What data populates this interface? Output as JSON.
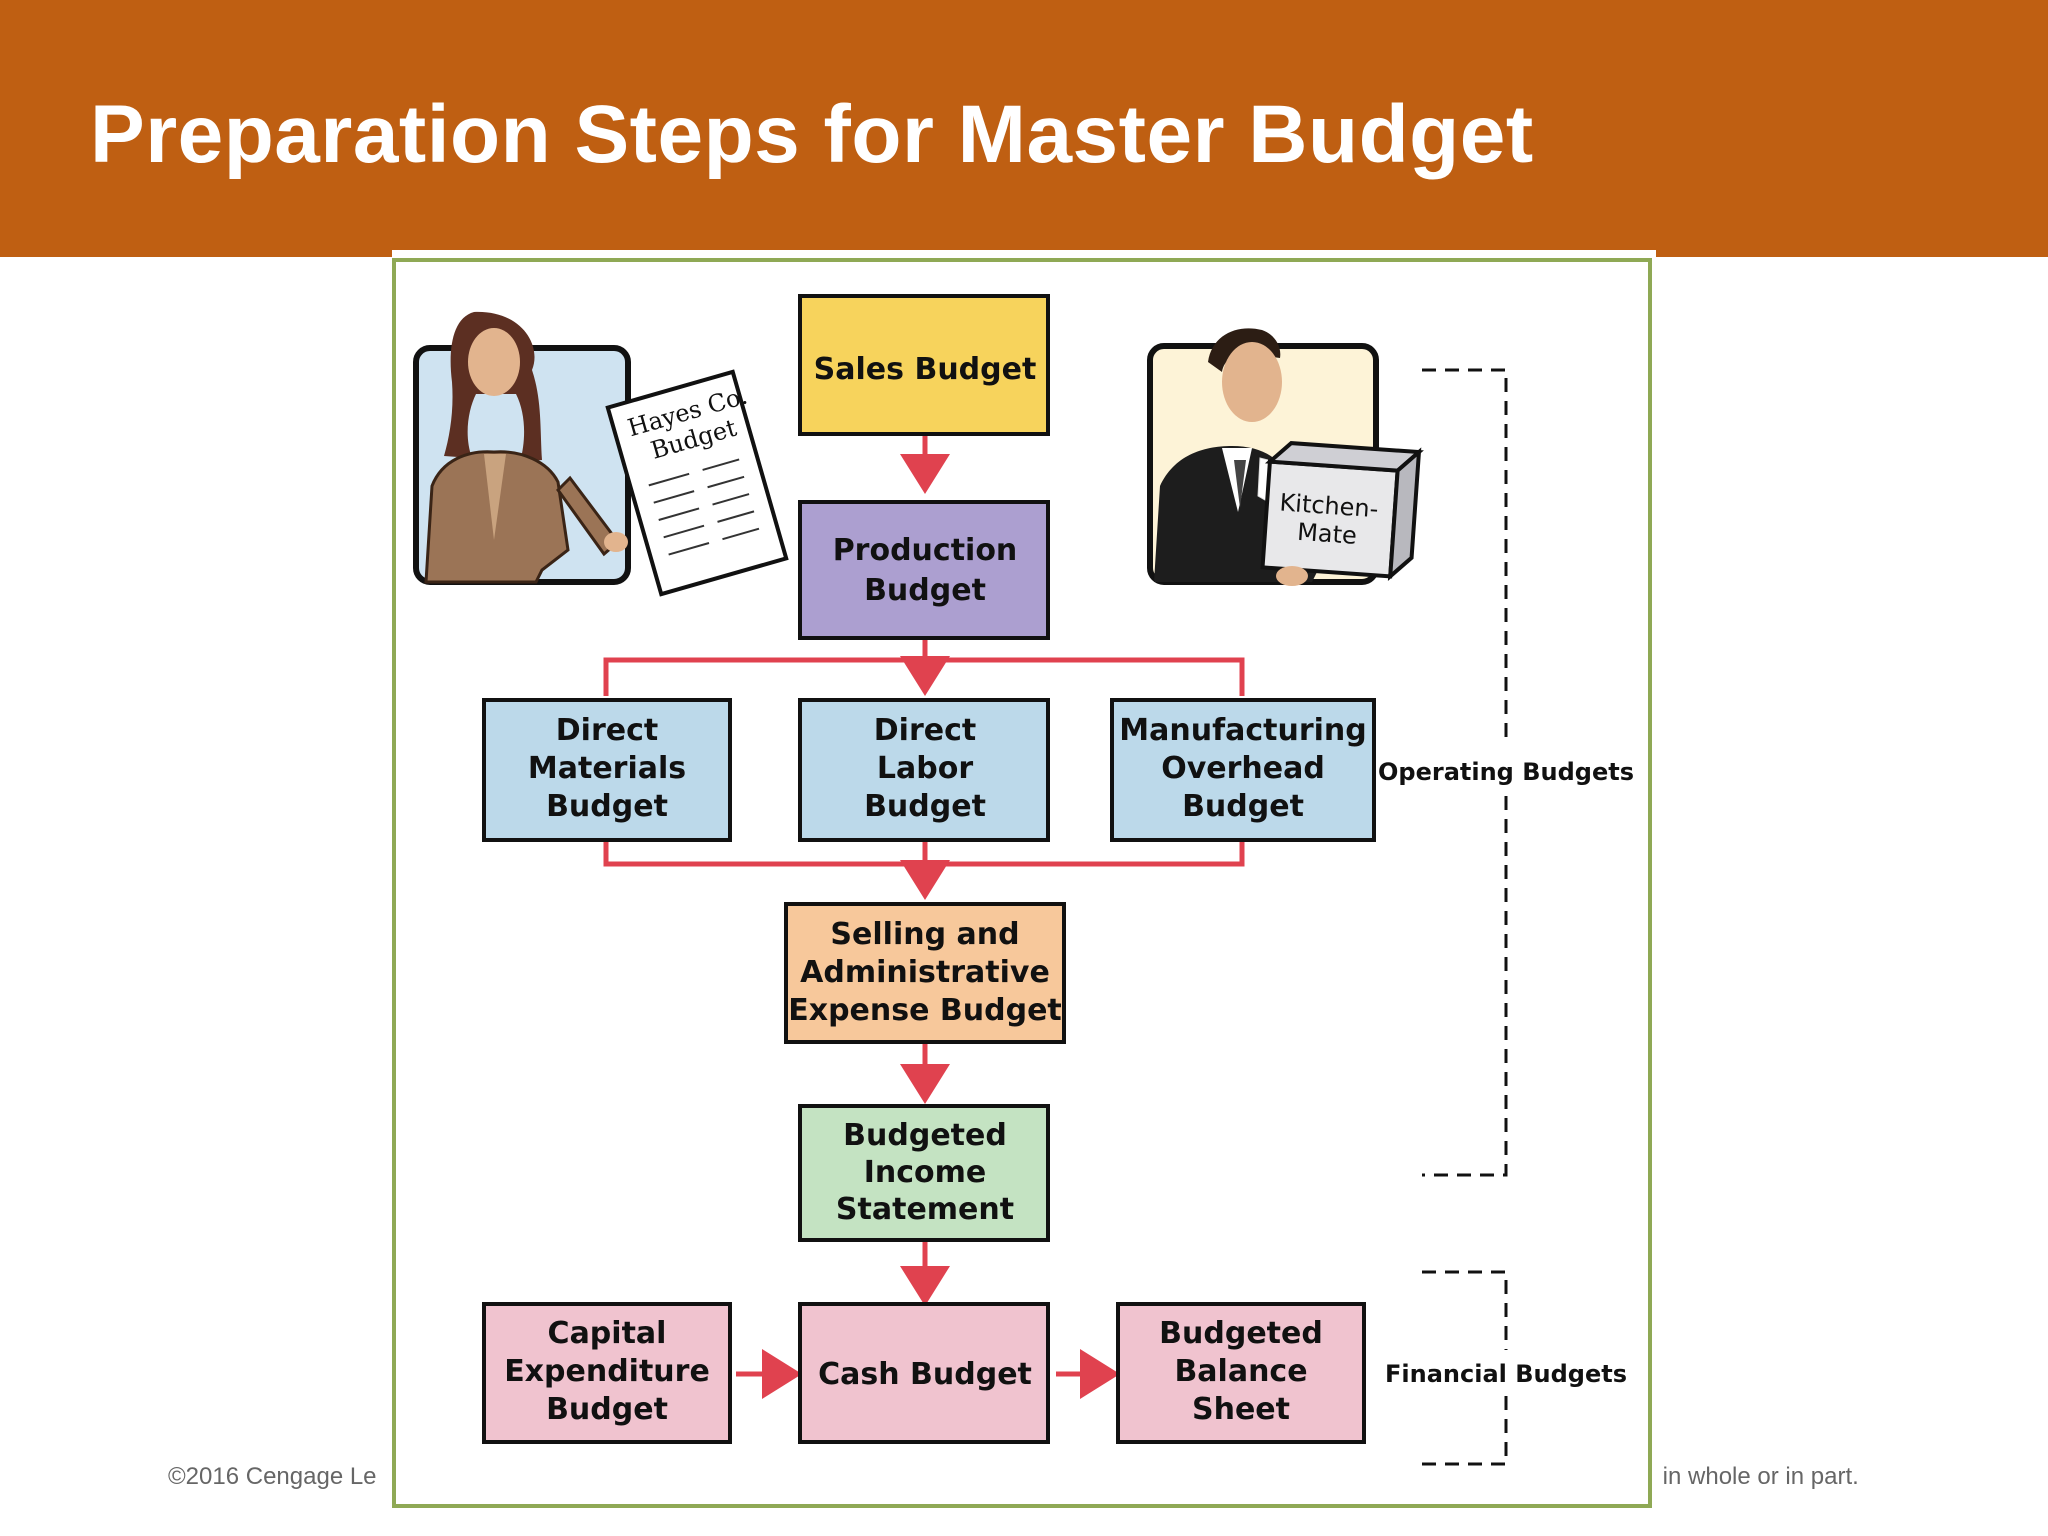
{
  "slide": {
    "title": "Preparation Steps for Master Budget",
    "footer_left": "©2016 Cengage Le",
    "footer_right": "e, in whole or in part."
  },
  "colors": {
    "header": "#bf5f12",
    "frame_border": "#8fa955",
    "arrow": "#e0424f",
    "sales": "#f7d35c",
    "production": "#ac9fd0",
    "operating_blue": "#bcd9ea",
    "selling_admin": "#f7c89b",
    "income": "#c4e3c2",
    "financial_pink": "#f0c3cf"
  },
  "nodes": {
    "sales_budget": [
      "Sales Budget"
    ],
    "production_budget": [
      "Production",
      "Budget"
    ],
    "direct_materials": [
      "Direct",
      "Materials",
      "Budget"
    ],
    "direct_labor": [
      "Direct",
      "Labor",
      "Budget"
    ],
    "manufacturing_overhead": [
      "Manufacturing",
      "Overhead",
      "Budget"
    ],
    "selling_admin": [
      "Selling and",
      "Administrative",
      "Expense Budget"
    ],
    "budgeted_income": [
      "Budgeted",
      "Income",
      "Statement"
    ],
    "capital_expenditure": [
      "Capital",
      "Expenditure",
      "Budget"
    ],
    "cash_budget": [
      "Cash Budget"
    ],
    "balance_sheet": [
      "Budgeted",
      "Balance",
      "Sheet"
    ]
  },
  "brackets": {
    "operating": "Operating Budgets",
    "financial": "Financial Budgets"
  },
  "illustrations": {
    "woman": {
      "icon": "woman-holding-budget-icon",
      "document_text": [
        "Hayes Co.",
        "Budget"
      ]
    },
    "man": {
      "icon": "man-carrying-box-icon",
      "box_text": [
        "Kitchen-",
        "Mate"
      ]
    }
  }
}
